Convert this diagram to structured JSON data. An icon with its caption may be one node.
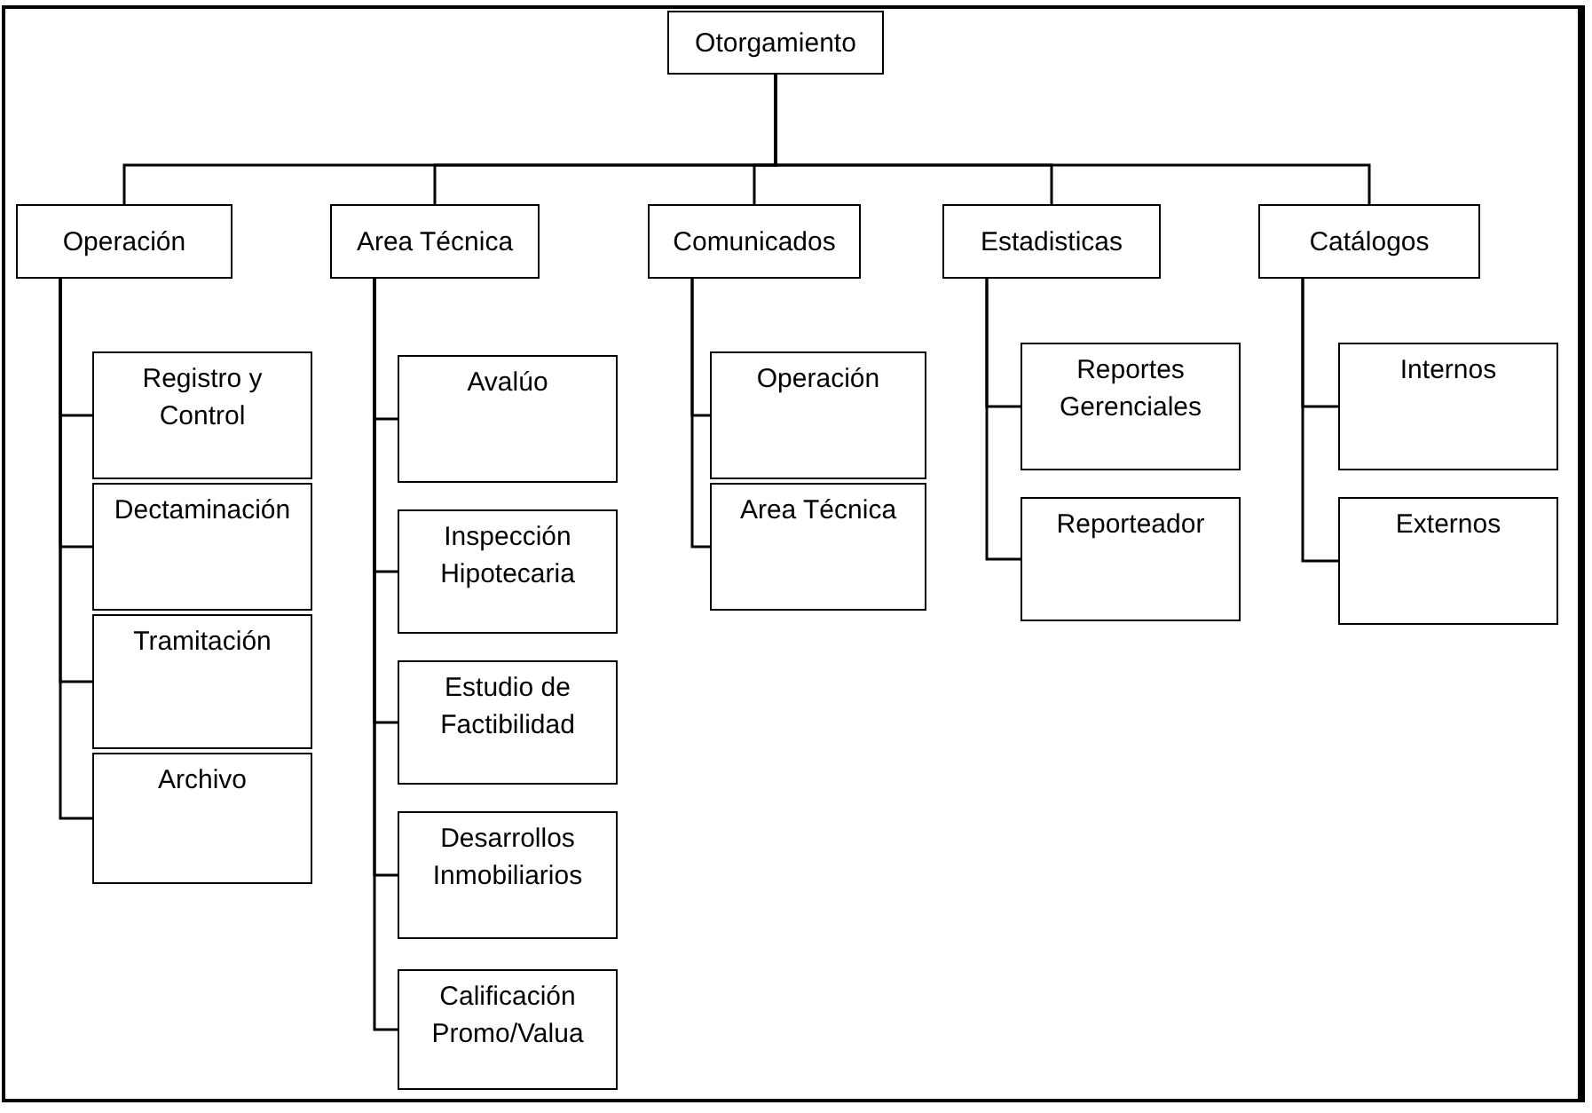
{
  "diagram": {
    "nodes": [
      {
        "text": [
          "Otorgamiento"
        ]
      },
      {
        "text": [
          "Operación"
        ]
      },
      {
        "text": [
          "Area Técnica"
        ]
      },
      {
        "text": [
          "Comunicados"
        ]
      },
      {
        "text": [
          "Estadisticas"
        ]
      },
      {
        "text": [
          "Catálogos"
        ]
      },
      {
        "text": [
          "Registro y Control"
        ]
      },
      {
        "text": [
          "Dectaminación"
        ]
      },
      {
        "text": [
          "Tramitación"
        ]
      },
      {
        "text": [
          "Archivo"
        ]
      },
      {
        "text": [
          "Avalúo"
        ]
      },
      {
        "text": [
          "Inspección Hipotecaria"
        ]
      },
      {
        "text": [
          "Estudio de Factibilidad"
        ]
      },
      {
        "text": [
          "Desarrollos Inmobiliarios"
        ]
      },
      {
        "text": [
          "Calificación Promo/Valua"
        ]
      },
      {
        "text": [
          "Operación"
        ]
      },
      {
        "text": [
          "Area Técnica"
        ]
      },
      {
        "text": [
          "Reportes Gerenciales"
        ]
      },
      {
        "text": [
          "Reporteador"
        ]
      },
      {
        "text": [
          "Internos"
        ]
      },
      {
        "text": [
          "Externos"
        ]
      }
    ],
    "edges": [
      {
        "from": 0,
        "to": 1,
        "arrow": "none"
      },
      {
        "from": 0,
        "to": 2,
        "arrow": "none"
      },
      {
        "from": 0,
        "to": 3,
        "arrow": "none"
      },
      {
        "from": 0,
        "to": 4,
        "arrow": "none"
      },
      {
        "from": 0,
        "to": 5,
        "arrow": "none"
      },
      {
        "from": 1,
        "to": 6,
        "arrow": "none"
      },
      {
        "from": 1,
        "to": 7,
        "arrow": "none"
      },
      {
        "from": 1,
        "to": 8,
        "arrow": "none"
      },
      {
        "from": 1,
        "to": 9,
        "arrow": "none"
      },
      {
        "from": 2,
        "to": 10,
        "arrow": "none"
      },
      {
        "from": 2,
        "to": 11,
        "arrow": "none"
      },
      {
        "from": 2,
        "to": 12,
        "arrow": "none"
      },
      {
        "from": 2,
        "to": 13,
        "arrow": "none"
      },
      {
        "from": 2,
        "to": 14,
        "arrow": "none"
      },
      {
        "from": 3,
        "to": 15,
        "arrow": "none"
      },
      {
        "from": 3,
        "to": 16,
        "arrow": "none"
      },
      {
        "from": 4,
        "to": 17,
        "arrow": "none"
      },
      {
        "from": 4,
        "to": 18,
        "arrow": "none"
      },
      {
        "from": 5,
        "to": 19,
        "arrow": "none"
      },
      {
        "from": 5,
        "to": 20,
        "arrow": "none"
      }
    ]
  }
}
